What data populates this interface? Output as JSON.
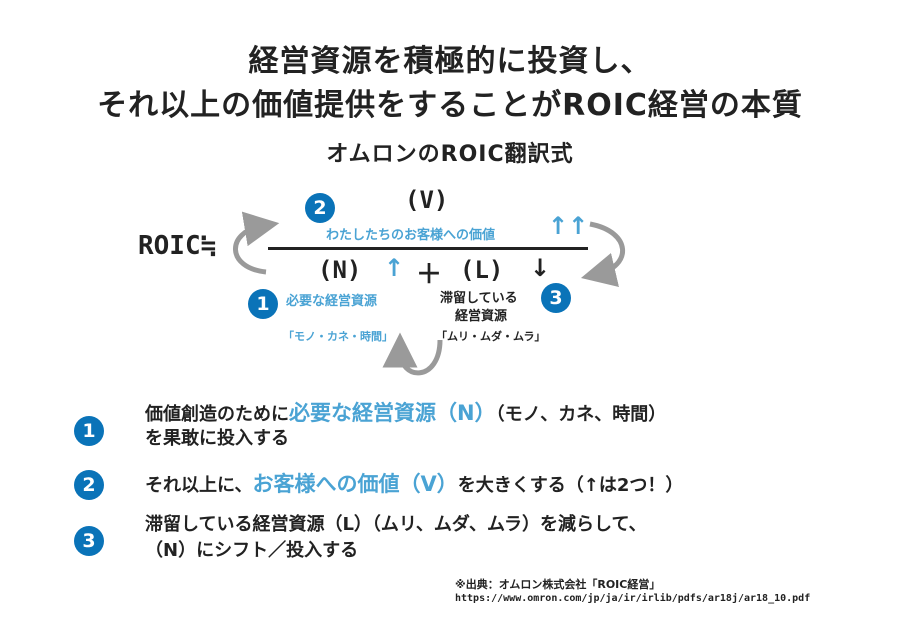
{
  "title_line1": "経営資源を積極的に投資し、",
  "title_line2": "それ以上の価値提供をすることがROIC経営の本質",
  "subtitle": "オムロンのROIC翻訳式",
  "diagram": {
    "roic": "ROIC",
    "approx": "≒",
    "v": "(V)",
    "v_caption": "わたしたちのお客様への価値",
    "v_arrows": "↑↑",
    "n": "(N)",
    "n_arrow": "↑",
    "plus": "＋",
    "l": "(L)",
    "l_arrow": "↓",
    "badge1": "1",
    "badge2": "2",
    "badge3": "3",
    "n_caption": "必要な経営資源",
    "n_examples": "「モノ・カネ・時間」",
    "l_caption_line1": "滞留している",
    "l_caption_line2": "経営資源",
    "l_examples": "「ムリ・ムダ・ムラ」"
  },
  "list": [
    {
      "badge": "1",
      "line1_pre": "価値創造のために",
      "line1_highlight": "必要な経営資源（N）",
      "line1_post": "（モノ、カネ、時間）",
      "line2": "を果敢に投入する"
    },
    {
      "badge": "2",
      "line1_pre": "それ以上に、",
      "line1_highlight": "お客様への価値（V）",
      "line1_post": "を大きくする（↑は2つ！）"
    },
    {
      "badge": "3",
      "line1": "滞留している経営資源（L）（ムリ、ムダ、ムラ）を減らして、",
      "line2": "（N）にシフト／投入する"
    }
  ],
  "source_line1": "※出典：オムロン株式会社「ROIC経営」",
  "source_line2": "https://www.omron.com/jp/ja/ir/irlib/pdfs/ar18j/ar18_10.pdf",
  "colors": {
    "accent": "#4aa3d4",
    "badge": "#0a73b8",
    "arrow_gray": "#9a9a9a"
  }
}
